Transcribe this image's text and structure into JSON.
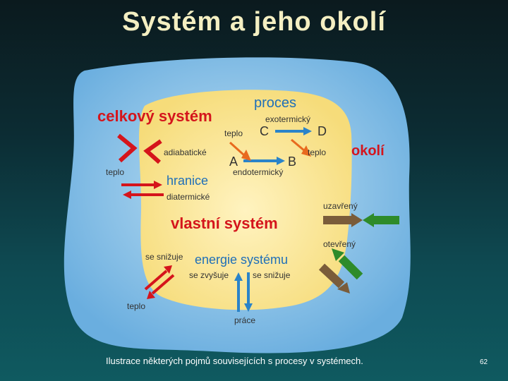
{
  "slide": {
    "title": "Systém a jeho okolí",
    "caption": "Ilustrace některých pojmů souvisejících s procesy v systémech.",
    "page_number": "62"
  },
  "diagram": {
    "labels": {
      "celkovy_system": "celkový systém",
      "proces": "proces",
      "exotermicky": "exotermický",
      "teplo_c": "teplo",
      "c": "C",
      "d": "D",
      "a": "A",
      "b": "B",
      "teplo_b": "teplo",
      "endotermicky": "endotermický",
      "okoli": "okolí",
      "adiabaticke": "adiabatické",
      "teplo_left": "teplo",
      "hranice": "hranice",
      "diatermicke": "diatermické",
      "uzavreny": "uzavřený",
      "vlastni_system": "vlastní systém",
      "otevreny": "otevřený",
      "se_snizuje_left": "se snižuje",
      "energie_systemu": "energie systému",
      "se_zvysuje": "se zvyšuje",
      "se_snizuje_right": "se snižuje",
      "teplo_bottom": "teplo",
      "prace": "práce"
    },
    "colors": {
      "system_fill": "#fbe99a",
      "surroundings_fill": "#7db8e3",
      "heading_red": "#d4151c",
      "label_blue": "#1f6fb8",
      "heat_arrow": "#d5141b",
      "work_arrow": "#2a83c9",
      "process_arrow": "#e86a1e",
      "closed_arrow": "#7a5c3a",
      "open_arrow": "#2e8b2a"
    }
  }
}
